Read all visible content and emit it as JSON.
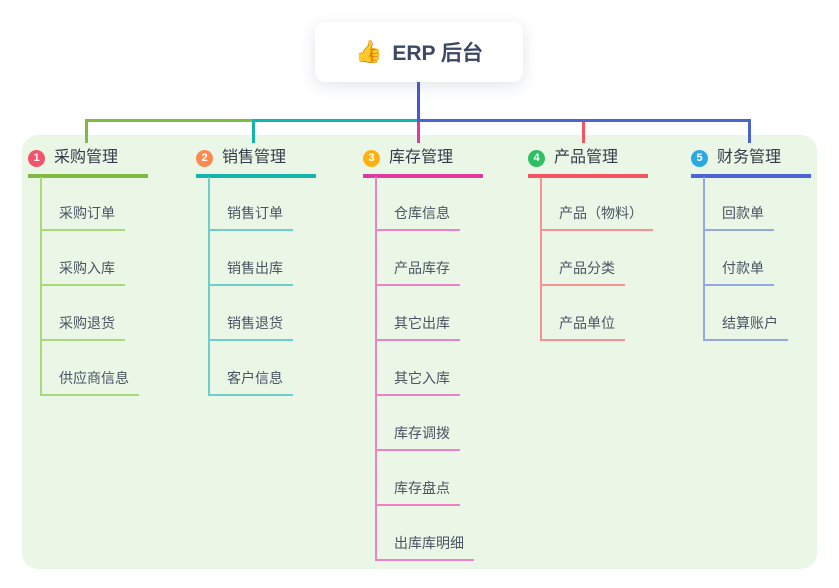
{
  "root": {
    "emoji": "👍",
    "label": "ERP 后台"
  },
  "colors": {
    "root_connector": "#4656ce",
    "panel_bg": "#eaf7e6",
    "card_bg": "#ffffff",
    "title_text": "#333c4a",
    "item_text": "#4a5462"
  },
  "branches": [
    {
      "num": "1",
      "title": "采购管理",
      "badge_color": "#f4536b",
      "line_color": "#7ebb40",
      "sub_line_color": "#a9da7a",
      "items": [
        "采购订单",
        "采购入库",
        "采购退货",
        "供应商信息"
      ]
    },
    {
      "num": "2",
      "title": "销售管理",
      "badge_color": "#fc8a4e",
      "line_color": "#14b3ab",
      "sub_line_color": "#6fcfc8",
      "items": [
        "销售订单",
        "销售出库",
        "销售退货",
        "客户信息"
      ]
    },
    {
      "num": "3",
      "title": "库存管理",
      "badge_color": "#fcb212",
      "line_color": "#de3aa0",
      "sub_line_color": "#ef82c6",
      "items": [
        "仓库信息",
        "产品库存",
        "其它出库",
        "其它入库",
        "库存调拨",
        "库存盘点",
        "出库库明细"
      ]
    },
    {
      "num": "4",
      "title": "产品管理",
      "badge_color": "#2ec162",
      "line_color": "#f25661",
      "sub_line_color": "#f89290",
      "items": [
        "产品（物料）",
        "产品分类",
        "产品单位"
      ]
    },
    {
      "num": "5",
      "title": "财务管理",
      "badge_color": "#2baae2",
      "line_color": "#4a64d2",
      "sub_line_color": "#93a9e6",
      "items": [
        "回款单",
        "付款单",
        "结算账户"
      ]
    }
  ]
}
